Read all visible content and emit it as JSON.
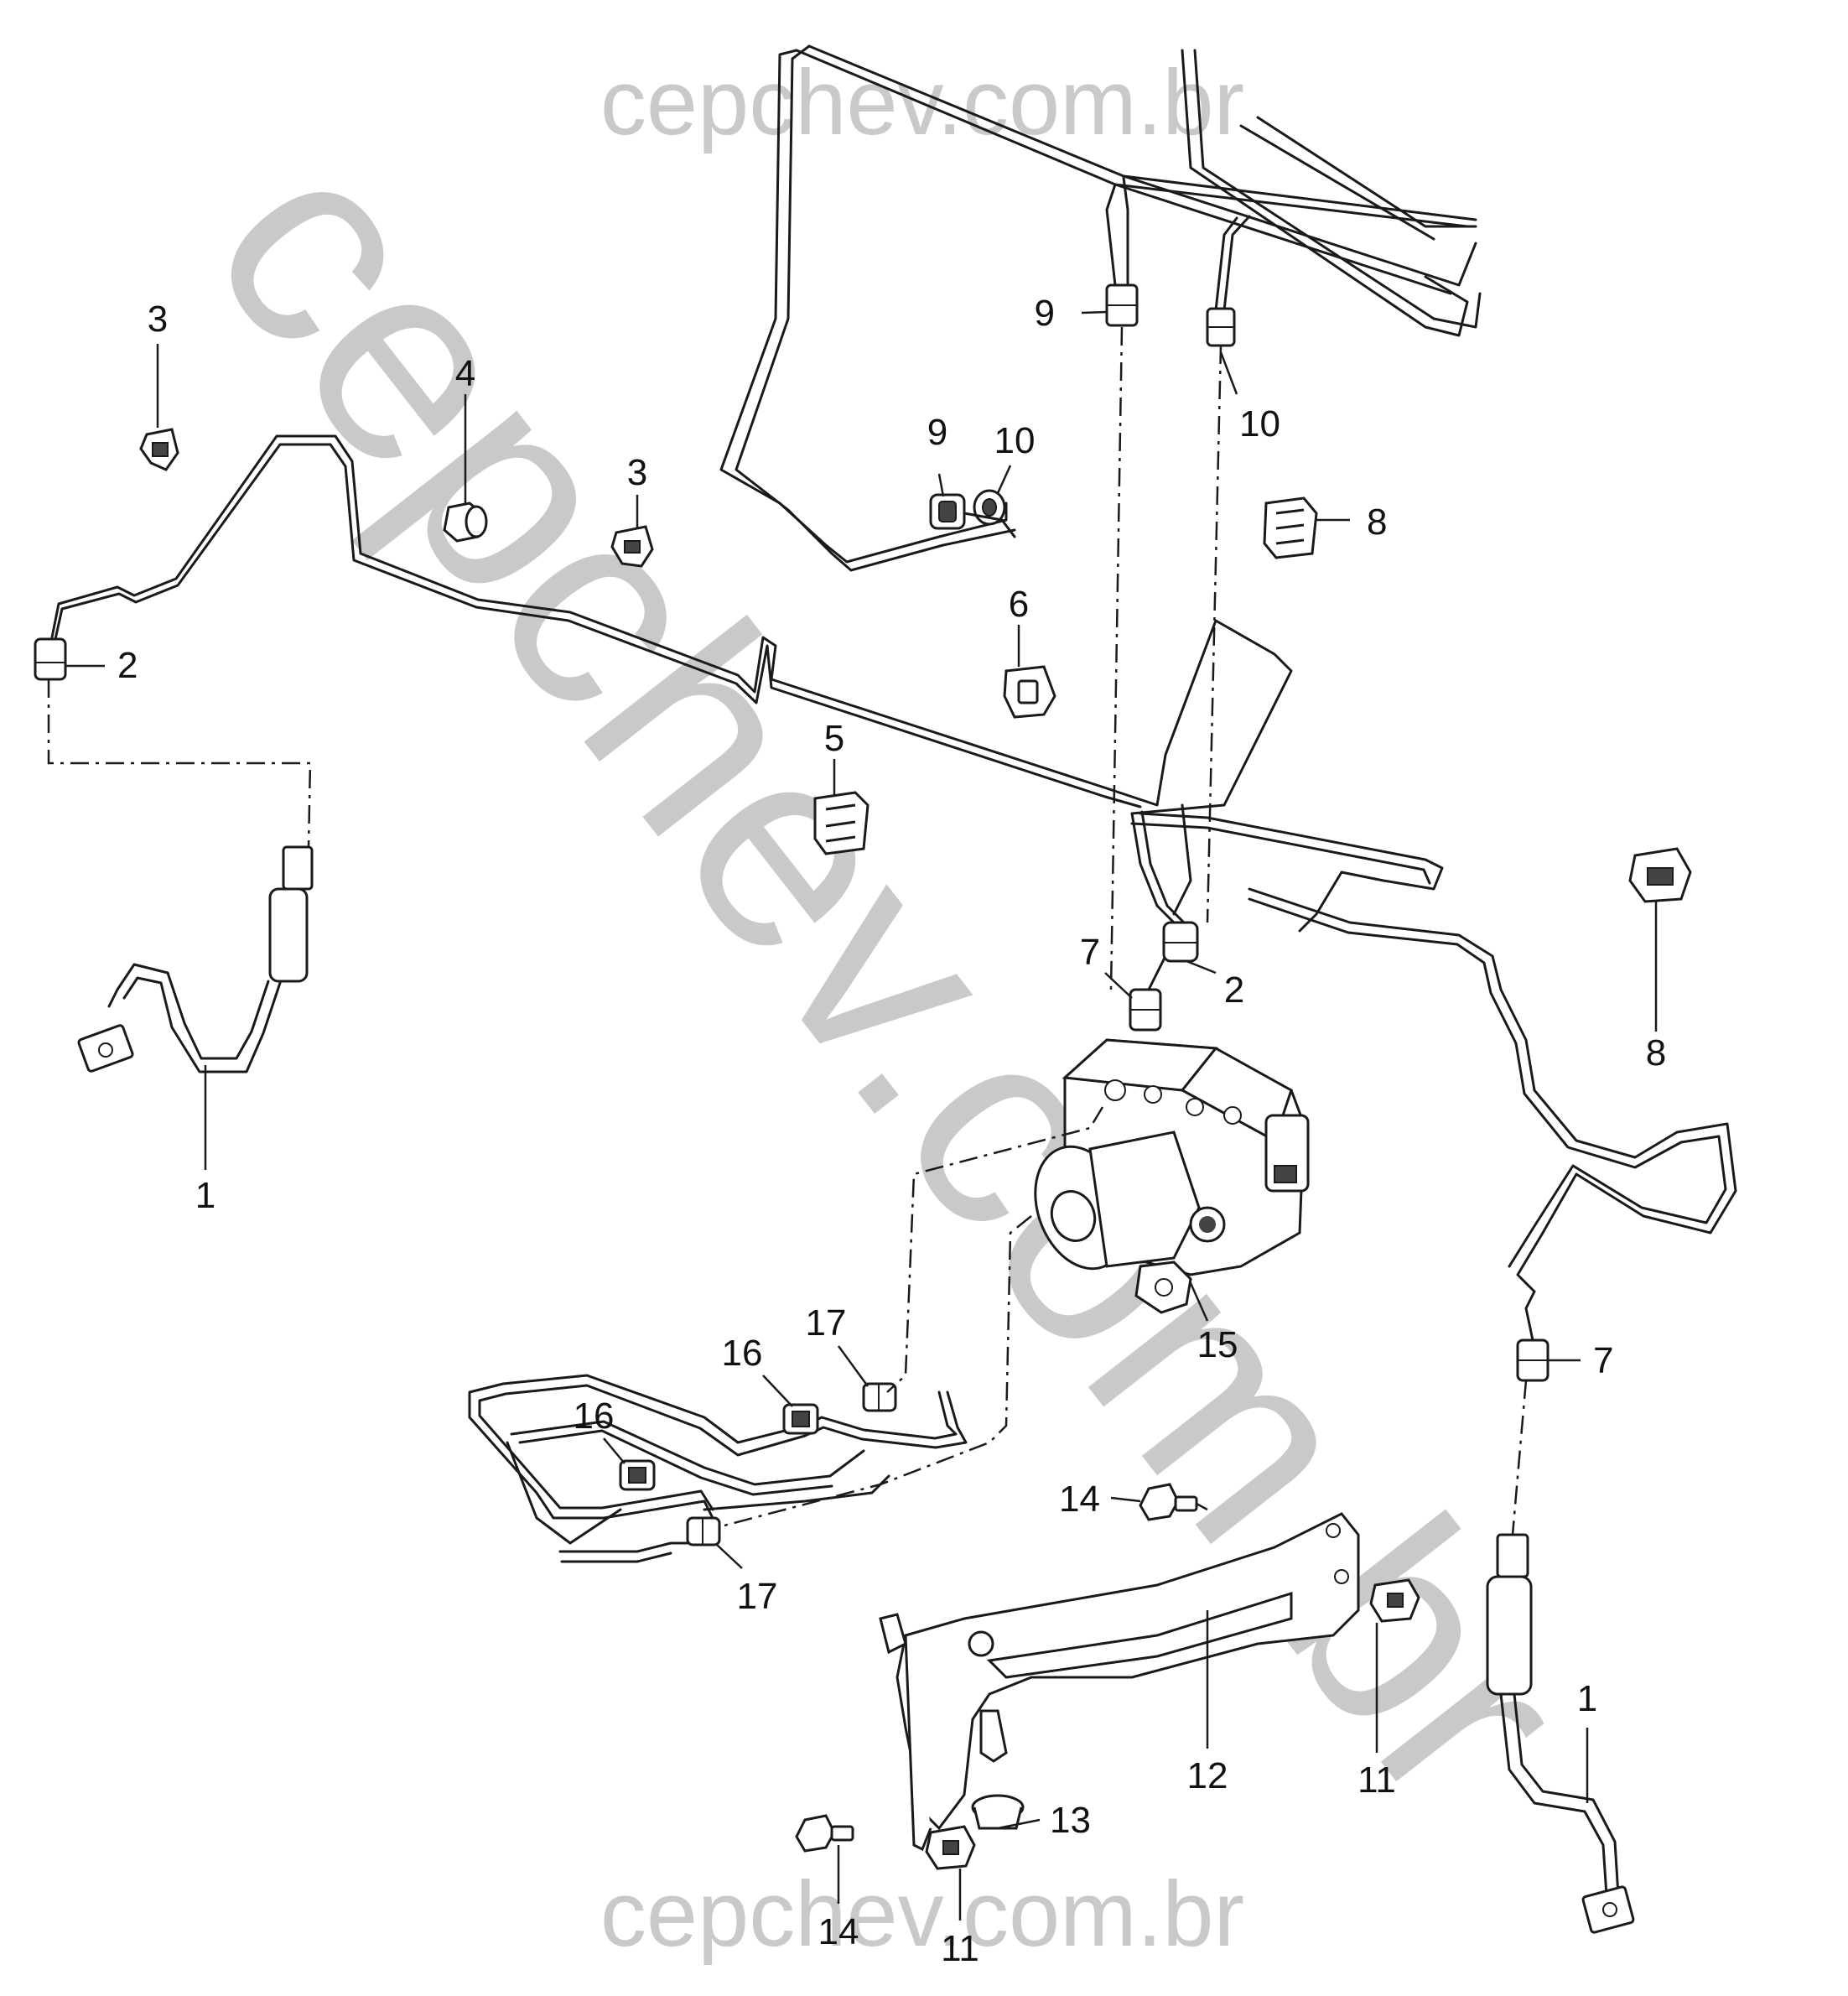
{
  "watermark": {
    "top": "cepchev.com.br",
    "diagonal": "cepchev.com.br",
    "bottom": "cepchev.com.br"
  },
  "callouts": {
    "c1a": "1",
    "c1b": "1",
    "c2a": "2",
    "c2b": "2",
    "c3a": "3",
    "c3b": "3",
    "c4": "4",
    "c5": "5",
    "c6": "6",
    "c7a": "7",
    "c7b": "7",
    "c8a": "8",
    "c8b": "8",
    "c9a": "9",
    "c9b": "9",
    "c10a": "10",
    "c10b": "10",
    "c11a": "11",
    "c11b": "11",
    "c12": "12",
    "c13": "13",
    "c14a": "14",
    "c14b": "14",
    "c15": "15",
    "c16a": "16",
    "c16b": "16",
    "c17a": "17",
    "c17b": "17"
  }
}
